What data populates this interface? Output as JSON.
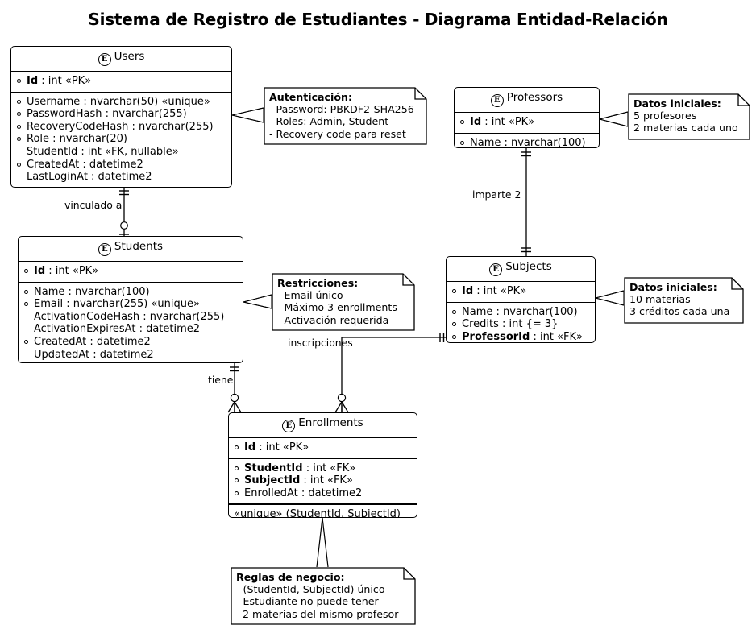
{
  "page": {
    "title": "Sistema de Registro de Estudiantes - Diagrama Entidad-Relación",
    "background": "#ffffff",
    "stroke": "#000000"
  },
  "entities": {
    "users": {
      "name": "Users",
      "stereotype": "E",
      "key": "Id : int «PK»",
      "key_bold": "Id",
      "key_rest": " : int «PK»",
      "attributes": [
        {
          "text": "Username : nvarchar(50) «unique»",
          "bullet": true
        },
        {
          "text": "PasswordHash : nvarchar(255)",
          "bullet": true
        },
        {
          "text": "RecoveryCodeHash : nvarchar(255)",
          "bullet": true
        },
        {
          "text": "Role : nvarchar(20)",
          "bullet": true
        },
        {
          "text": "StudentId : int «FK, nullable»",
          "bullet": false
        },
        {
          "text": "CreatedAt : datetime2",
          "bullet": true
        },
        {
          "text": "LastLoginAt : datetime2",
          "bullet": false
        }
      ]
    },
    "students": {
      "name": "Students",
      "stereotype": "E",
      "key_bold": "Id",
      "key_rest": " : int «PK»",
      "attributes": [
        {
          "text": "Name : nvarchar(100)",
          "bullet": true
        },
        {
          "text": "Email : nvarchar(255) «unique»",
          "bullet": true
        },
        {
          "text": "ActivationCodeHash : nvarchar(255)",
          "bullet": false
        },
        {
          "text": "ActivationExpiresAt : datetime2",
          "bullet": false
        },
        {
          "text": "CreatedAt : datetime2",
          "bullet": true
        },
        {
          "text": "UpdatedAt : datetime2",
          "bullet": false
        }
      ]
    },
    "professors": {
      "name": "Professors",
      "stereotype": "E",
      "key_bold": "Id",
      "key_rest": " : int «PK»",
      "attributes": [
        {
          "text": "Name : nvarchar(100)",
          "bullet": true
        }
      ]
    },
    "subjects": {
      "name": "Subjects",
      "stereotype": "E",
      "key_bold": "Id",
      "key_rest": " : int «PK»",
      "attributes": [
        {
          "text": "Name : nvarchar(100)",
          "bullet": true,
          "bold": false
        },
        {
          "text": "Credits : int {= 3}",
          "bullet": true,
          "bold": false
        },
        {
          "text": "ProfessorId",
          "rest": " : int «FK»",
          "bullet": true,
          "bold": true
        }
      ]
    },
    "enrollments": {
      "name": "Enrollments",
      "stereotype": "E",
      "key_bold": "Id",
      "key_rest": " : int «PK»",
      "attributes": [
        {
          "bold_part": "StudentId",
          "rest": " : int «FK»",
          "bullet": true
        },
        {
          "bold_part": "SubjectId",
          "rest": " : int «FK»",
          "bullet": true
        },
        {
          "text": "EnrolledAt : datetime2",
          "bullet": true
        }
      ],
      "footer": "«unique» (StudentId, SubjectId)"
    }
  },
  "notes": {
    "autenticacion": {
      "title": "Autenticación:",
      "lines": [
        "- Password: PBKDF2-SHA256",
        "- Roles: Admin, Student",
        "- Recovery code para reset"
      ]
    },
    "restricciones": {
      "title": "Restricciones:",
      "lines": [
        "- Email único",
        "- Máximo 3 enrollments",
        "- Activación requerida"
      ]
    },
    "datos_profesores": {
      "title": "Datos iniciales:",
      "lines": [
        "5 profesores",
        "2 materias cada uno"
      ]
    },
    "datos_materias": {
      "title": "Datos iniciales:",
      "lines": [
        "10 materias",
        "3 créditos cada una"
      ]
    },
    "reglas": {
      "title": "Reglas de negocio:",
      "lines": [
        "- (StudentId, SubjectId) único",
        "- Estudiante no puede tener",
        "  2 materias del mismo profesor"
      ]
    }
  },
  "relationships": {
    "users_students": {
      "label": "vinculado a",
      "from": "Users",
      "to": "Students",
      "from_card": "one",
      "to_card": "zero-or-one"
    },
    "professors_subjects": {
      "label": "imparte 2",
      "from": "Professors",
      "to": "Subjects",
      "from_card": "one",
      "to_card": "one"
    },
    "students_enrollments": {
      "label": "tiene",
      "from": "Students",
      "to": "Enrollments",
      "from_card": "one",
      "to_card": "zero-or-many"
    },
    "subjects_enrollments": {
      "label": "inscripciones",
      "from": "Subjects",
      "to": "Enrollments",
      "from_card": "one",
      "to_card": "zero-or-many"
    }
  }
}
